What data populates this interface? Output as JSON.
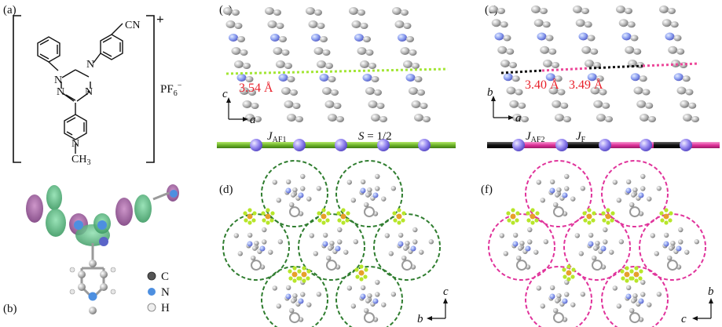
{
  "panels": {
    "a": "(a)",
    "b": "(b)",
    "c": "(c)",
    "d": "(d)",
    "e": "(e)",
    "f": "(f)"
  },
  "molecule": {
    "cn": "CN",
    "charge": "+",
    "pf6": "PF",
    "pf6_sub": "6",
    "pf6_sup": "−",
    "ch3": "CH",
    "ch3_sub": "3",
    "n_labels": [
      "N",
      "N",
      "N",
      "N",
      "N"
    ]
  },
  "legend": {
    "items": [
      {
        "label": "C",
        "color": "#7a7a7a"
      },
      {
        "label": "N",
        "color": "#4d8fe0"
      },
      {
        "label": "H",
        "color": "#e6e6e6"
      }
    ]
  },
  "panel_c": {
    "distance": "3.54 Å",
    "axis_up": "c",
    "axis_right": "a",
    "j_label": "J",
    "j_sub": "AF1",
    "spin": "S",
    "spin_value": " = 1/2"
  },
  "panel_e": {
    "distance1": "3.40 Å",
    "distance2": "3.49 Å",
    "axis_up": "b",
    "axis_right": "a",
    "j1_label": "J",
    "j1_sub": "AF2",
    "j2_label": "J",
    "j2_sub": "F"
  },
  "panel_d": {
    "axis_up": "c",
    "axis_left": "b"
  },
  "panel_f": {
    "axis_up": "b",
    "axis_left": "c"
  },
  "colors": {
    "green_dash": "#a3e635",
    "pink_dash": "#ec4899",
    "black_dash": "#111111",
    "green_chain": "#7ec42b",
    "pink_chain": "#e0339b",
    "circle_green": "#2f7d2f",
    "circle_pink": "#e0339b",
    "spin_ball": "#8b7cf0"
  }
}
